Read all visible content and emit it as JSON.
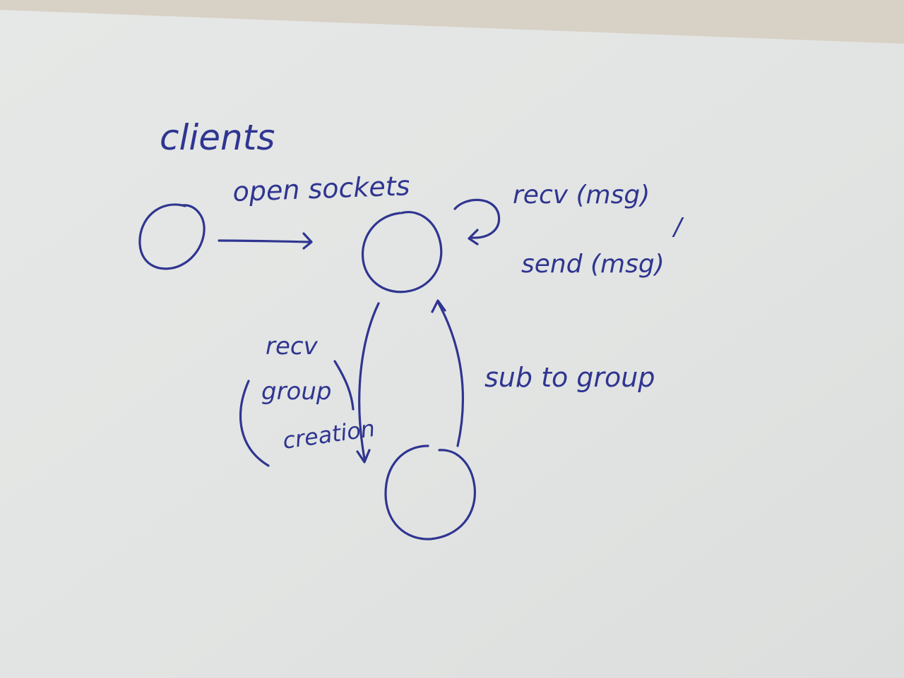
{
  "labels": {
    "title": "clients",
    "open_sockets": "open sockets",
    "recv_msg": "recv (msg)",
    "slash": "/",
    "send_msg": "send (msg)",
    "recv": "recv",
    "group": "group",
    "creation": "creation",
    "sub_to_group": "sub to group"
  },
  "colors": {
    "ink": "#2f3590",
    "paper": "#e5e7e6",
    "table": "#d9d2c6"
  }
}
